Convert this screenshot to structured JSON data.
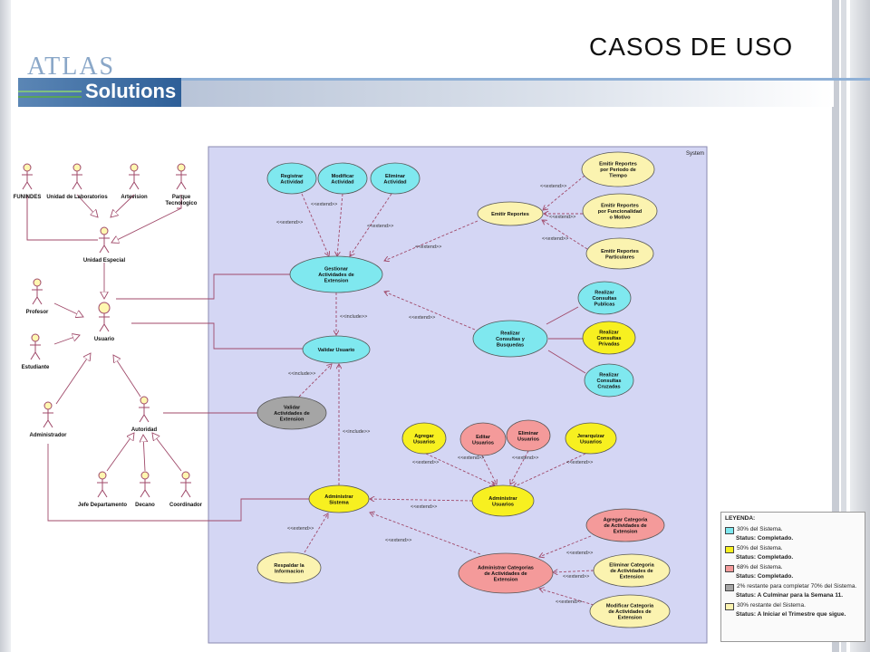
{
  "slide": {
    "title": "CASOS  DE  USO",
    "logo_top": "ATLAS",
    "logo_bottom": "Solutions"
  },
  "diagram": {
    "system_label": "System",
    "actors": [
      "FUNINDES",
      "Unidad de Laboratorios",
      "Artevision",
      "Parque Tecnologico",
      "Unidad Especial",
      "Profesor",
      "Usuario",
      "Estudiante",
      "Administrador",
      "Autoridad",
      "Jefe Departamento",
      "Decano",
      "Coordinador"
    ],
    "use_cases": [
      {
        "id": "uc-registrar",
        "lines": [
          "Registrar",
          "Actividad"
        ],
        "color": "#7fe8ef"
      },
      {
        "id": "uc-modificar",
        "lines": [
          "Modificar",
          "Actividad"
        ],
        "color": "#7fe8ef"
      },
      {
        "id": "uc-eliminar",
        "lines": [
          "Eliminar",
          "Actividad"
        ],
        "color": "#7fe8ef"
      },
      {
        "id": "uc-gestionar",
        "lines": [
          "Gestionar",
          "Actividades de",
          "Extension"
        ],
        "color": "#7fe8ef"
      },
      {
        "id": "uc-validar-usuario",
        "lines": [
          "Validar Usuario"
        ],
        "color": "#7fe8ef"
      },
      {
        "id": "uc-validar-actividades",
        "lines": [
          "Validar",
          "Actividades de",
          "Extension"
        ],
        "color": "#a5a5a5"
      },
      {
        "id": "uc-emitir-reportes",
        "lines": [
          "Emitir Reportes"
        ],
        "color": "#fbf3b0"
      },
      {
        "id": "uc-reportes-periodo",
        "lines": [
          "Emitir Reportes",
          "por Periodo de",
          "Tiempo"
        ],
        "color": "#fbf3b0"
      },
      {
        "id": "uc-reportes-funcionalidad",
        "lines": [
          "Emitir Reportes",
          "por Funcionalidad",
          "o Motivo"
        ],
        "color": "#fbf3b0"
      },
      {
        "id": "uc-reportes-particulares",
        "lines": [
          "Emitir Reportes",
          "Particulares"
        ],
        "color": "#fbf3b0"
      },
      {
        "id": "uc-consultas",
        "lines": [
          "Realizar",
          "Consultas y",
          "Busquedas"
        ],
        "color": "#7fe8ef"
      },
      {
        "id": "uc-consultas-publicas",
        "lines": [
          "Realizar",
          "Consultas",
          "Publicas"
        ],
        "color": "#7fe8ef"
      },
      {
        "id": "uc-consultas-privadas",
        "lines": [
          "Realizar",
          "Consultas",
          "Privadas"
        ],
        "color": "#f7f020"
      },
      {
        "id": "uc-consultas-cruzadas",
        "lines": [
          "Realizar",
          "Consultas",
          "Cruzadas"
        ],
        "color": "#7fe8ef"
      },
      {
        "id": "uc-agregar-usuarios",
        "lines": [
          "Agregar",
          "Usuarios"
        ],
        "color": "#f7f020"
      },
      {
        "id": "uc-editar-usuarios",
        "lines": [
          "Editar",
          "Usuarios"
        ],
        "color": "#f49a9a"
      },
      {
        "id": "uc-eliminar-usuarios",
        "lines": [
          "Eliminar",
          "Usuarios"
        ],
        "color": "#f49a9a"
      },
      {
        "id": "uc-jerarquizar",
        "lines": [
          "Jerarquizar",
          "Usuarios"
        ],
        "color": "#f7f020"
      },
      {
        "id": "uc-administrar-usuarios",
        "lines": [
          "Administrar",
          "Usuarios"
        ],
        "color": "#f7f020"
      },
      {
        "id": "uc-administrar-sistema",
        "lines": [
          "Administrar",
          "Sistema"
        ],
        "color": "#f7f020"
      },
      {
        "id": "uc-respaldar",
        "lines": [
          "Respaldar la",
          "Informacion"
        ],
        "color": "#fbf3b0"
      },
      {
        "id": "uc-admin-categorias",
        "lines": [
          "Administrar Categorias",
          "de Actividades de",
          "Extension"
        ],
        "color": "#f49a9a"
      },
      {
        "id": "uc-agregar-categoria",
        "lines": [
          "Agregar Categoria",
          "de Actividades de",
          "Extension"
        ],
        "color": "#f49a9a"
      },
      {
        "id": "uc-eliminar-categoria",
        "lines": [
          "Eliminar Categoria",
          "de Actividades de",
          "Extension"
        ],
        "color": "#fbf3b0"
      },
      {
        "id": "uc-modificar-categoria",
        "lines": [
          "Modificar Categoria",
          "de Actividades de",
          "Extension"
        ],
        "color": "#fbf3b0"
      }
    ],
    "stereotypes": {
      "extend": "<<extend>>",
      "include": "<<include>>"
    }
  },
  "legend": {
    "title": "LEYENDA:",
    "items": [
      {
        "color": "#7fe8ef",
        "text": "30% del Sistema.",
        "status": "Status: Completado."
      },
      {
        "color": "#f7f020",
        "text": "50% del Sistema.",
        "status": "Status: Completado."
      },
      {
        "color": "#f49a9a",
        "text": "68% del Sistema.",
        "status": "Status: Completado."
      },
      {
        "color": "#a5a5a5",
        "text": "2% restante para completar 70% del Sistema.",
        "status": "Status: A Culminar para la Semana 11."
      },
      {
        "color": "#fbf3b0",
        "text": "30% restante del Sistema.",
        "status": "Status: A Iniciar el Trimestre que sigue."
      }
    ]
  }
}
